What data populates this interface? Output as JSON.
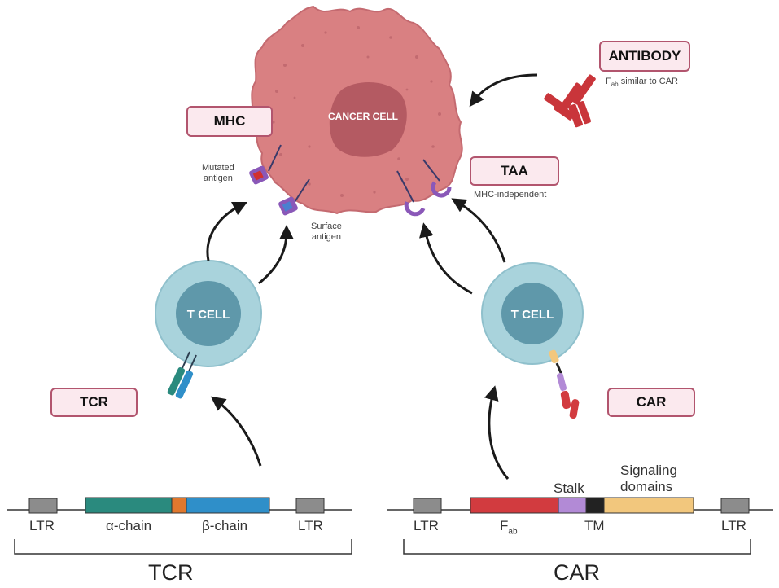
{
  "cancer_cell": {
    "label": "CANCER CELL",
    "color": "#d98082",
    "nucleus_color": "#b45a62"
  },
  "t_cell_left": {
    "label": "T CELL"
  },
  "t_cell_right": {
    "label": "T CELL"
  },
  "boxes": {
    "mhc": "MHC",
    "taa": "TAA",
    "antibody": "ANTIBODY",
    "tcr": "TCR",
    "car": "CAR"
  },
  "notes": {
    "mutated_antigen": [
      "Mutated",
      "antigen"
    ],
    "surface_antigen": [
      "Surface",
      "antigen"
    ],
    "mhc_independent": "MHC-independent",
    "fab_similar": {
      "main": "F",
      "sub": "ab",
      "rest": " similar to CAR"
    }
  },
  "tcr_construct": {
    "ltr_left": "LTR",
    "alpha": "α-chain",
    "beta": "β-chain",
    "ltr_right": "LTR",
    "title": "TCR"
  },
  "car_construct": {
    "ltr_left": "LTR",
    "fab_main": "F",
    "fab_sub": "ab",
    "stalk": "Stalk",
    "tm": "TM",
    "signaling_line1": "Signaling",
    "signaling_line2": "domains",
    "ltr_right": "LTR",
    "title": "CAR"
  },
  "colors": {
    "box_fill": "#fbe9ee",
    "box_border": "#b2556e",
    "tcell_outer": "#a9d3dc",
    "tcell_inner": "#5f98aa",
    "alpha_chain": "#2a8a7e",
    "orange_linker": "#e0782e",
    "beta_chain": "#2f8fc9",
    "fab": "#d23b3f",
    "stalk": "#b28ad6",
    "tm": "#222222",
    "signaling": "#f2c77d",
    "ltr": "#8c8c8c",
    "receptor_purple": "#8a58b8",
    "antibody_red": "#c9353a"
  }
}
